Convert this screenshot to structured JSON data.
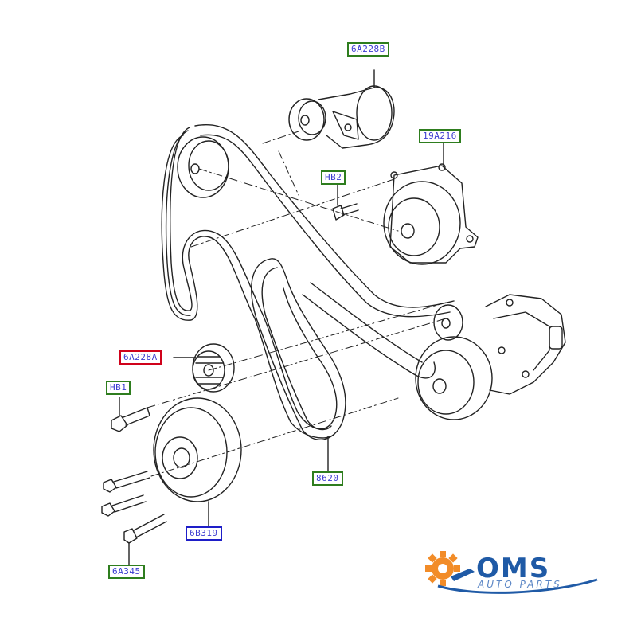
{
  "diagram": {
    "parts": {
      "tensioner": "6A228B",
      "bracket": "19A216",
      "bolt_hb2": "HB2",
      "idler": "6A228A",
      "bolt_hb1": "HB1",
      "belt": "8620",
      "crank_pulley": "6B319",
      "bolt_6a345": "6A345"
    }
  },
  "logo": {
    "word": "OMS",
    "sub": "AUTO PARTS",
    "colors": {
      "gear": "#f28c28",
      "text": "#1f5aa6",
      "sub": "#5b86c5"
    },
    "icon": "gear-wrench-icon"
  },
  "colors": {
    "callout_border": "#2e7d1e",
    "callout_highlight": "#d0021b",
    "callout_blue": "#1e1ec8",
    "callout_text": "#3b3bd0"
  }
}
